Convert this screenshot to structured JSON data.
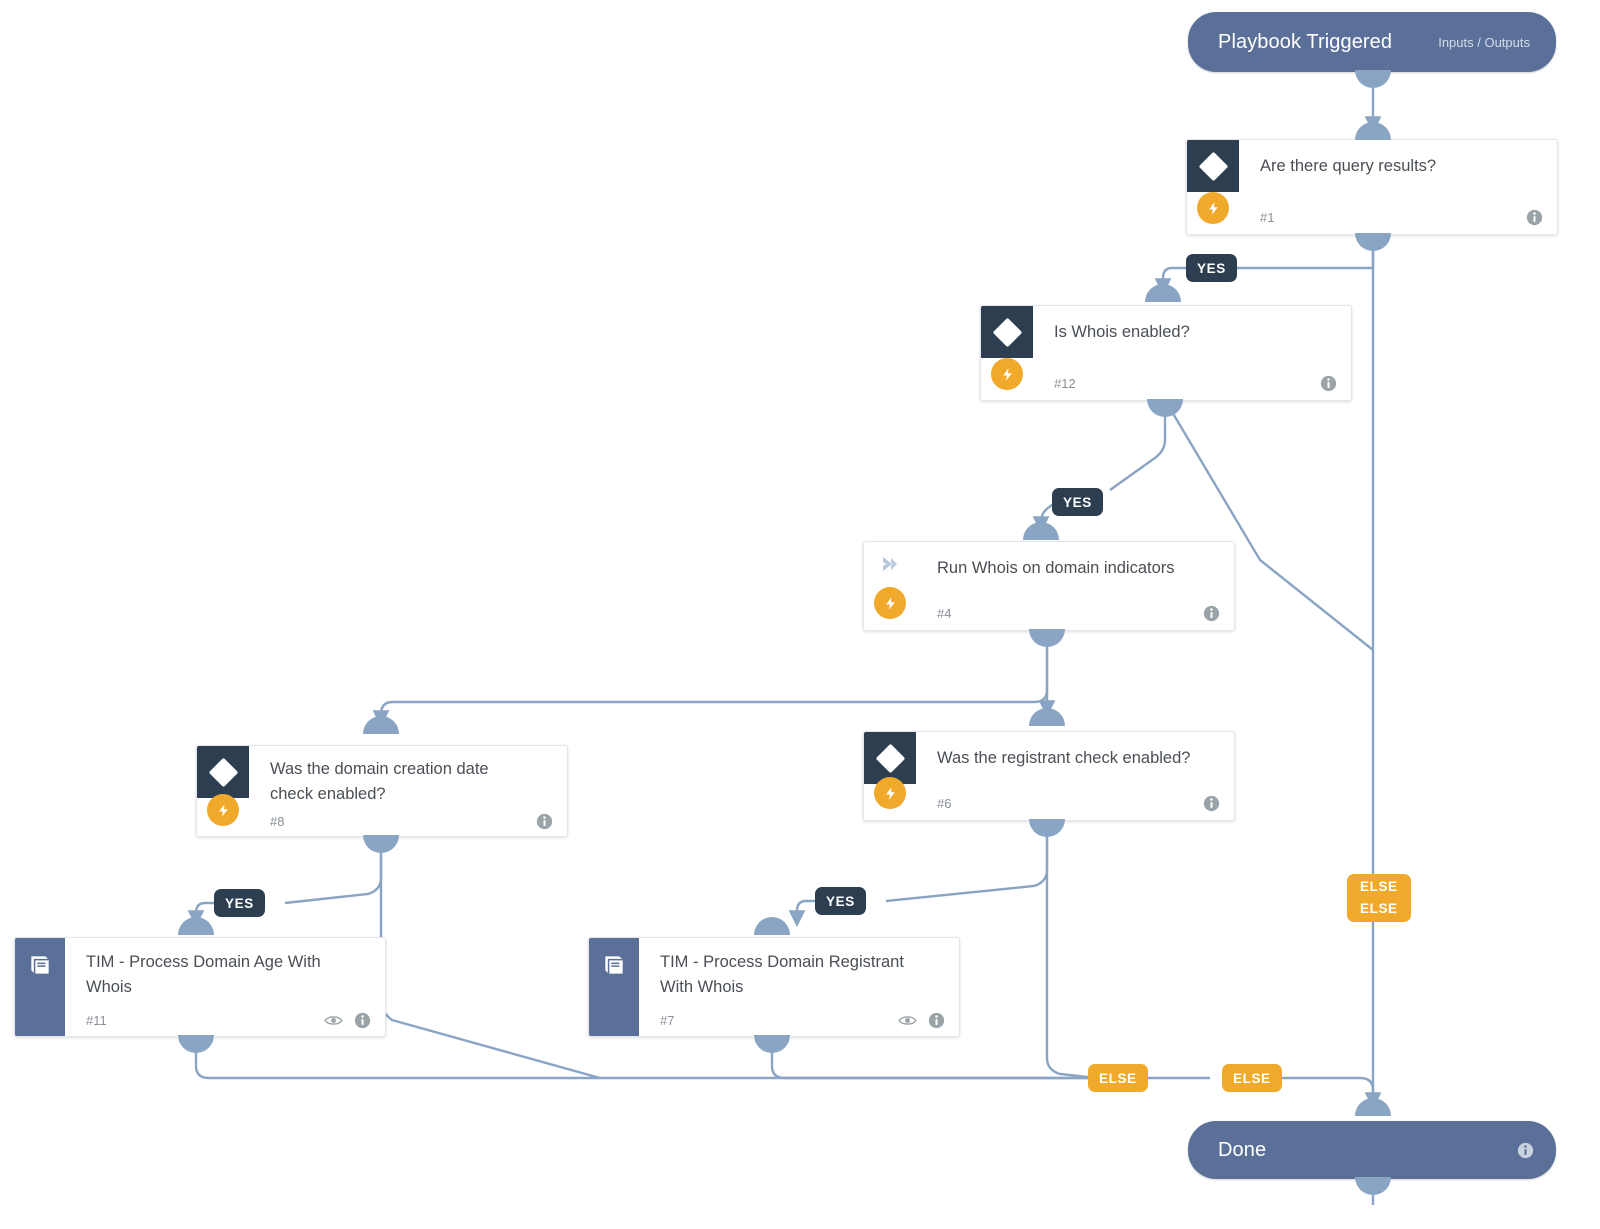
{
  "diagram": {
    "type": "playbook-workflow",
    "title": "Playbook workflow canvas"
  },
  "nodes": {
    "start": {
      "label": "Playbook Triggered",
      "meta": "Inputs / Outputs",
      "kind": "start",
      "color": "#5b7098"
    },
    "query_results": {
      "label": "Are there query results?",
      "number": "#1",
      "kind": "condition",
      "icon": "diamond-icon",
      "header_color": "#2c3e50"
    },
    "whois_enabled": {
      "label": "Is Whois enabled?",
      "number": "#12",
      "kind": "condition",
      "icon": "diamond-icon",
      "header_color": "#2c3e50"
    },
    "run_whois": {
      "label": "Run Whois on domain indicators",
      "number": "#4",
      "kind": "command",
      "icon": "chevron-right-icon"
    },
    "creation_date_check": {
      "label": "Was the domain creation date check enabled?",
      "number": "#8",
      "kind": "condition",
      "icon": "diamond-icon",
      "header_color": "#2c3e50"
    },
    "registrant_check": {
      "label": "Was the registrant check enabled?",
      "number": "#6",
      "kind": "condition",
      "icon": "diamond-icon",
      "header_color": "#2c3e50"
    },
    "tim_domain_age": {
      "label": "TIM - Process Domain Age With Whois",
      "number": "#11",
      "kind": "sub-playbook",
      "icon": "book-icon",
      "side_color": "#5b7098"
    },
    "tim_registrant": {
      "label": "TIM - Process Domain Registrant With Whois",
      "number": "#7",
      "kind": "sub-playbook",
      "icon": "book-icon",
      "side_color": "#5b7098"
    },
    "done": {
      "label": "Done",
      "kind": "end",
      "color": "#5b7098"
    }
  },
  "branch_labels": {
    "yes_query": "YES",
    "yes_whois": "YES",
    "yes_age": "YES",
    "yes_registrant": "YES",
    "else_query_a": "ELSE",
    "else_query_b": "ELSE",
    "else_age": "ELSE",
    "else_registrant": "ELSE"
  },
  "icons": {
    "bolt": "lightning-bolt-icon",
    "info": "info-icon",
    "eye": "eye-icon"
  },
  "colors": {
    "edge": "#8aa4c4",
    "condition_header": "#2c3e50",
    "accent_orange": "#f0a92b",
    "node_blue": "#5b7098",
    "card_border": "#e2e5e9",
    "text": "#4a4f55"
  }
}
